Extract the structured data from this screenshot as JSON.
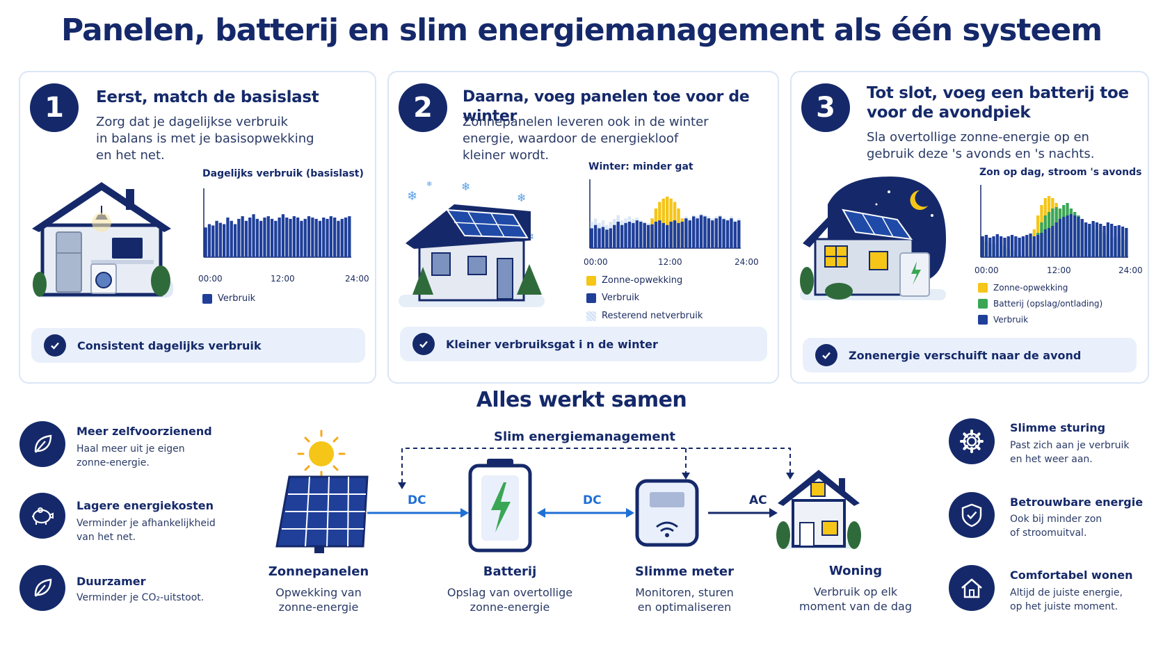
{
  "title": "Panelen, batterij en slim energiemanagement als één systeem",
  "cards": [
    {
      "num": "1",
      "title": "Eerst, match de basislast",
      "desc": [
        "Zorg dat je dagelijkse verbruik",
        "in balans is met je basisopwekking",
        "en het net."
      ],
      "chart_title": "Dagelijks verbruik (basislast)",
      "ticks": [
        "00:00",
        "12:00",
        "24:00"
      ],
      "legend": [
        "Verbruik"
      ],
      "banner": "Consistent dagelijks verbruik"
    },
    {
      "num": "2",
      "title": "Daarna, voeg panelen toe voor de winter",
      "desc": [
        "Zonnepanelen leveren ook in de winter",
        "energie, waardoor de energiekloof",
        "kleiner wordt."
      ],
      "chart_title": "Winter: minder gat",
      "ticks": [
        "00:00",
        "12:00",
        "24:00"
      ],
      "legend": [
        "Zonne-opwekking",
        "Verbruik",
        "Resterend netverbruik"
      ],
      "banner": "Kleiner verbruiksgat i n de winter"
    },
    {
      "num": "3",
      "title": [
        "Tot slot, voeg een batterij toe",
        "voor de avondpiek"
      ],
      "desc": [
        "Sla overtollige zonne-energie op en",
        "gebruik deze 's avonds en 's nachts."
      ],
      "chart_title": "Zon op dag, stroom 's avonds",
      "ticks": [
        "00:00",
        "12:00",
        "24:00"
      ],
      "legend": [
        "Zonne-opwekking",
        "Batterij (opslag/ontlading)",
        "Verbruik"
      ],
      "banner": "Zonenergie verschuift naar de avond"
    }
  ],
  "chart_data": [
    {
      "type": "bar",
      "title": "Dagelijks verbruik (basislast)",
      "x": [
        "00:00",
        "12:00",
        "24:00"
      ],
      "series": [
        {
          "name": "Verbruik",
          "values": [
            0.45,
            0.5,
            0.48,
            0.55,
            0.52,
            0.5,
            0.6,
            0.55,
            0.5,
            0.58,
            0.62,
            0.55,
            0.6,
            0.65,
            0.58,
            0.55,
            0.6,
            0.62,
            0.58,
            0.55,
            0.6,
            0.65,
            0.6,
            0.58,
            0.62,
            0.6,
            0.55,
            0.58,
            0.62,
            0.6,
            0.58,
            0.55,
            0.6,
            0.58,
            0.62,
            0.6,
            0.55,
            0.58,
            0.6,
            0.62
          ]
        }
      ]
    },
    {
      "type": "bar",
      "title": "Winter: minder gat",
      "x": [
        "00:00",
        "12:00",
        "24:00"
      ],
      "series": [
        {
          "name": "Zonne-opwekking",
          "values": [
            0,
            0,
            0,
            0,
            0,
            0,
            0,
            0,
            0,
            0,
            0,
            0,
            0,
            0,
            0.1,
            0.25,
            0.45,
            0.6,
            0.7,
            0.75,
            0.78,
            0.75,
            0.7,
            0.6,
            0.45,
            0.3,
            0.15,
            0,
            0,
            0,
            0,
            0,
            0,
            0,
            0,
            0,
            0,
            0,
            0,
            0
          ]
        },
        {
          "name": "Verbruik",
          "values": [
            0.3,
            0.35,
            0.3,
            0.32,
            0.28,
            0.3,
            0.35,
            0.4,
            0.35,
            0.38,
            0.4,
            0.38,
            0.42,
            0.4,
            0.38,
            0.35,
            0.36,
            0.4,
            0.42,
            0.38,
            0.35,
            0.4,
            0.42,
            0.38,
            0.4,
            0.45,
            0.42,
            0.48,
            0.45,
            0.5,
            0.48,
            0.45,
            0.42,
            0.45,
            0.48,
            0.44,
            0.42,
            0.45,
            0.4,
            0.42
          ]
        },
        {
          "name": "Resterend netverbruik",
          "values": [
            0.4,
            0.45,
            0.38,
            0.42,
            0.35,
            0.4,
            0.44,
            0.5,
            0.42,
            0.45,
            0.48,
            0.44,
            0.46,
            0.42,
            0.4,
            0.38,
            0.38,
            0.42,
            0.44,
            0.4,
            0.38,
            0.42,
            0.44,
            0.4,
            0.42,
            0.48,
            0.45,
            0.5,
            0.48,
            0.52,
            0.5,
            0.48,
            0.45,
            0.48,
            0.5,
            0.46,
            0.44,
            0.48,
            0.42,
            0.45
          ]
        }
      ]
    },
    {
      "type": "bar",
      "title": "Zon op dag, stroom 's avonds",
      "x": [
        "00:00",
        "12:00",
        "24:00"
      ],
      "series": [
        {
          "name": "Zonne-opwekking",
          "values": [
            0,
            0,
            0,
            0,
            0,
            0,
            0,
            0,
            0,
            0,
            0,
            0,
            0,
            0.15,
            0.4,
            0.6,
            0.75,
            0.85,
            0.88,
            0.85,
            0.78,
            0.7,
            0.55,
            0.4,
            0.2,
            0,
            0,
            0,
            0,
            0,
            0,
            0,
            0,
            0,
            0,
            0,
            0,
            0,
            0,
            0
          ]
        },
        {
          "name": "Batterij (opslag/ontlading)",
          "values": [
            0.25,
            0.22,
            0.2,
            0.18,
            0.2,
            0.18,
            0.15,
            0.12,
            0.1,
            0.08,
            0.05,
            0,
            0,
            0,
            0.2,
            0.35,
            0.5,
            0.6,
            0.65,
            0.7,
            0.72,
            0.7,
            0.75,
            0.78,
            0.7,
            0.65,
            0.6,
            0.55,
            0.5,
            0.45,
            0.45,
            0.4,
            0.38,
            0.35,
            0.32,
            0.3,
            0.28,
            0.3,
            0.26,
            0.24
          ]
        },
        {
          "name": "Verbruik",
          "values": [
            0.3,
            0.32,
            0.28,
            0.3,
            0.33,
            0.3,
            0.28,
            0.3,
            0.32,
            0.3,
            0.28,
            0.3,
            0.32,
            0.34,
            0.3,
            0.32,
            0.35,
            0.4,
            0.42,
            0.45,
            0.5,
            0.55,
            0.58,
            0.6,
            0.62,
            0.6,
            0.58,
            0.55,
            0.5,
            0.48,
            0.52,
            0.5,
            0.48,
            0.45,
            0.5,
            0.48,
            0.45,
            0.46,
            0.44,
            0.42
          ]
        }
      ]
    }
  ],
  "subtitle": "Alles werkt samen",
  "left_features": [
    {
      "title": "Meer zelfvoorzienend",
      "desc": [
        "Haal meer uit je eigen",
        "zonne-energie."
      ],
      "icon": "leaf-icon"
    },
    {
      "title": "Lagere energiekosten",
      "desc": [
        "Verminder je afhankelijkheid",
        "van het net."
      ],
      "icon": "piggy-bank-icon"
    },
    {
      "title": "Duurzamer",
      "desc": [
        "Verminder je CO₂-uitstoot."
      ],
      "icon": "leaf-icon"
    }
  ],
  "right_features": [
    {
      "title": "Slimme sturing",
      "desc": [
        "Past zich aan je verbruik",
        "en het weer aan."
      ],
      "icon": "gear-icon"
    },
    {
      "title": "Betrouwbare energie",
      "desc": [
        "Ook bij minder zon",
        "of stroomuitval."
      ],
      "icon": "shield-icon"
    },
    {
      "title": "Comfortabel wonen",
      "desc": [
        "Altijd de juiste energie,",
        "op het juiste moment."
      ],
      "icon": "home-icon"
    }
  ],
  "flow": {
    "label_top": "Slim energiemanagement",
    "dc1": "DC",
    "dc2": "DC",
    "ac": "AC",
    "nodes": [
      {
        "title": "Zonnepanelen",
        "desc": [
          "Opwekking van",
          "zonne-energie"
        ]
      },
      {
        "title": "Batterij",
        "desc": [
          "Opslag van overtollige",
          "zonne-energie"
        ]
      },
      {
        "title": "Slimme meter",
        "desc": [
          "Monitoren,  sturen",
          "en optimaliseren"
        ]
      },
      {
        "title": "Woning",
        "desc": [
          "Verbruik op elk",
          "moment van de dag"
        ]
      }
    ]
  },
  "colors": {
    "navy": "#15296a",
    "blue": "#1f4aa8",
    "yellow": "#f5c518",
    "green": "#3aa655",
    "accent": "#1f6fd6",
    "light": "#e9f0fb"
  }
}
